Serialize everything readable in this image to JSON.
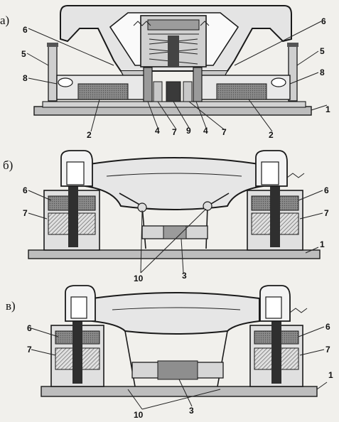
{
  "sections": [
    "а)",
    "б)",
    "в)"
  ],
  "labels": {
    "a_left": [
      "6",
      "5",
      "8"
    ],
    "a_right": [
      "6",
      "5",
      "8"
    ],
    "a_base": "1",
    "a_bottom": [
      "2",
      "4",
      "7",
      "9",
      "4",
      "7",
      "2"
    ],
    "b_left": [
      "6",
      "7"
    ],
    "b_right": [
      "6",
      "7",
      "1"
    ],
    "b_bottom": [
      "10",
      "3"
    ],
    "c_left": [
      "6",
      "7"
    ],
    "c_right": [
      "6",
      "7",
      "1"
    ],
    "c_bottom": [
      "10",
      "3"
    ]
  }
}
